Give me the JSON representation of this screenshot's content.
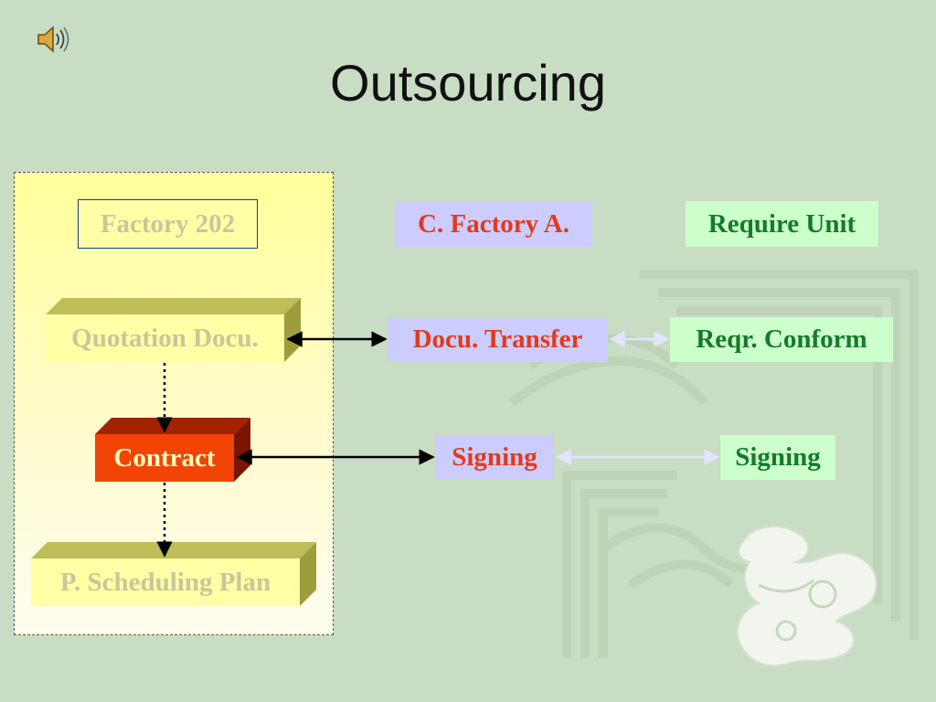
{
  "slide": {
    "title": "Outsourcing",
    "speaker_icon": "speaker-icon"
  },
  "factory_column": {
    "header": "Factory 202",
    "quotation": "Quotation Docu.",
    "contract": "Contract",
    "scheduling": "P. Scheduling Plan"
  },
  "cfactory_column": {
    "header": "C. Factory A.",
    "transfer": "Docu. Transfer",
    "signing": "Signing"
  },
  "require_column": {
    "header": "Require Unit",
    "conform": "Reqr. Conform",
    "signing": "Signing"
  },
  "colors": {
    "background": "#c9dcc4",
    "panel_yellow": "#ffff9a",
    "lavender": "#ccccff",
    "mint": "#ccffcc",
    "red_text": "#e23a1c",
    "green_text": "#157a2b",
    "contract_orange": "#f24407"
  }
}
